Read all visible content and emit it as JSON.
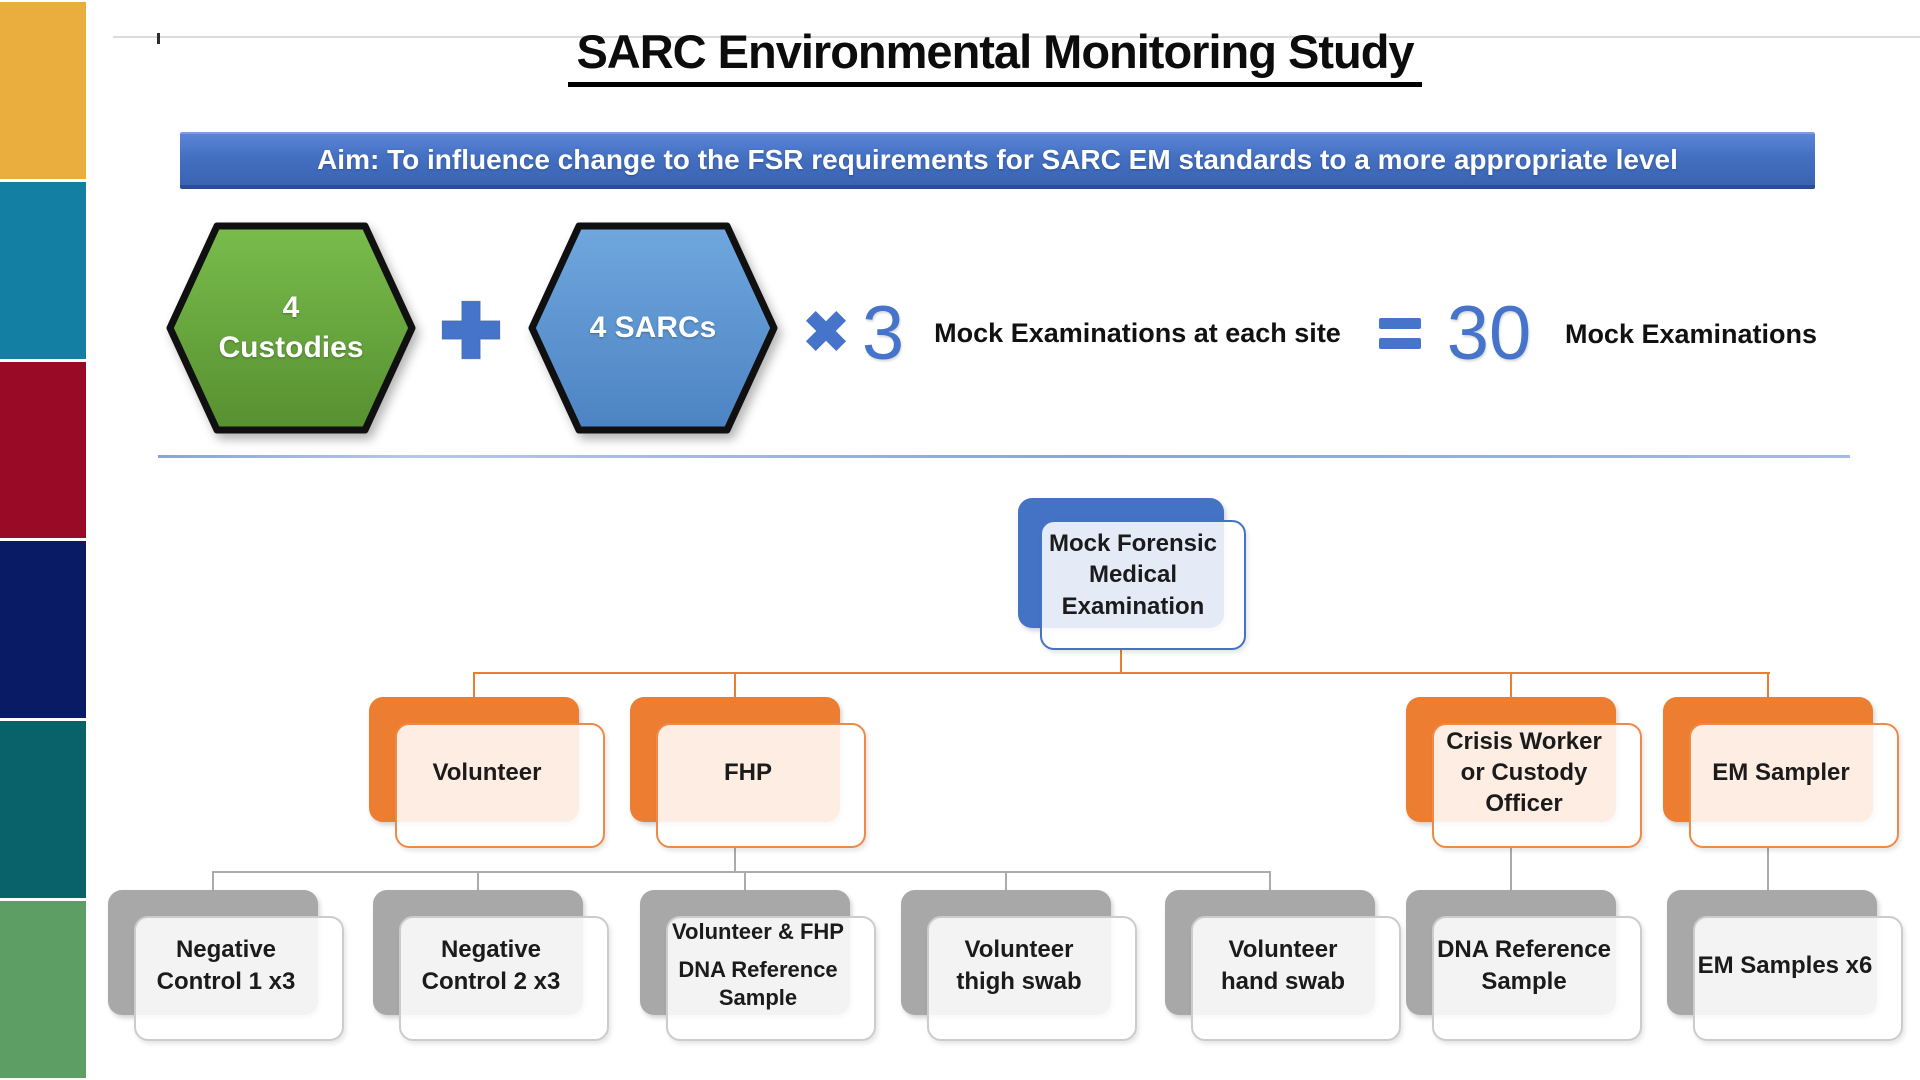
{
  "title": "SARC Environmental Monitoring Study",
  "aim_banner": "Aim: To influence change to the FSR requirements for SARC EM standards to a more appropriate level",
  "sidebar": {
    "colors": [
      "#E9AE3E",
      "#1380A3",
      "#980A26",
      "#0A1B66",
      "#09616A",
      "#5C9E63"
    ]
  },
  "equation": {
    "accent_blue": "#4574CA",
    "hex_custodies": {
      "lines": [
        "4",
        "Custodies"
      ],
      "color_top": "#79BC4C",
      "color_bottom": "#579030"
    },
    "hex_sarcs": {
      "lines": [
        "4 SARCs",
        ""
      ],
      "color_top": "#6FA7DE",
      "color_bottom": "#4C83C3"
    },
    "multiplier": "3",
    "multiplier_label": "Mock Examinations at each site",
    "result": "30",
    "result_label": "Mock Examinations"
  },
  "org_chart": {
    "colors": {
      "blue": "#4472C4",
      "orange": "#ED7D31",
      "gray": "#A6A6A6"
    },
    "root": {
      "lines": [
        "Mock Forensic",
        "Medical",
        "Examination"
      ]
    },
    "level2": {
      "volunteer": {
        "lines": [
          "Volunteer"
        ]
      },
      "fhp": {
        "lines": [
          "FHP"
        ]
      },
      "crisis": {
        "lines": [
          "Crisis Worker",
          "or Custody",
          "Officer"
        ]
      },
      "em_sampler": {
        "lines": [
          "EM Sampler"
        ]
      }
    },
    "level3": {
      "neg1": {
        "lines": [
          "Negative",
          "Control 1 x3"
        ]
      },
      "neg2": {
        "lines": [
          "Negative",
          "Control 2 x3"
        ]
      },
      "vol_fhp_dna": {
        "lines": [
          "Volunteer & FHP",
          "DNA Reference",
          "Sample"
        ]
      },
      "thigh": {
        "lines": [
          "Volunteer",
          "thigh swab"
        ]
      },
      "hand": {
        "lines": [
          "Volunteer",
          "hand swab"
        ]
      },
      "dna_ref": {
        "lines": [
          "DNA Reference",
          "Sample"
        ]
      },
      "em_samples": {
        "lines": [
          "EM Samples x6"
        ]
      }
    }
  }
}
